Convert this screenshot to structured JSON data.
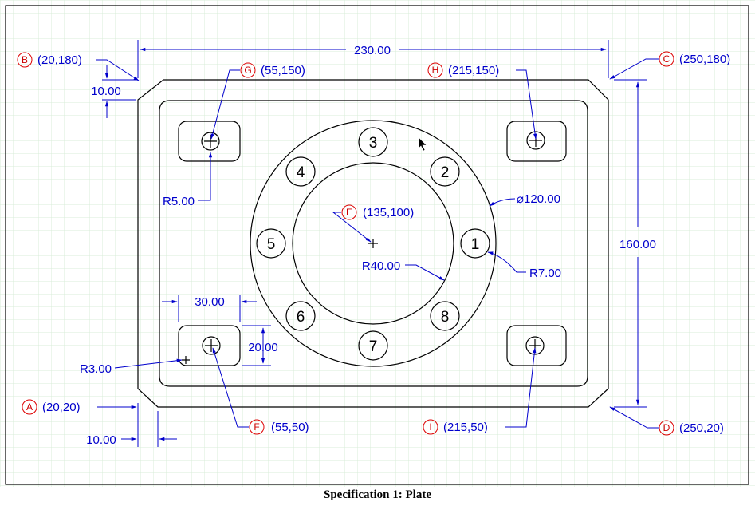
{
  "caption": "Specification 1: Plate",
  "dimensions": {
    "width": "230.00",
    "height": "160.00",
    "chamfer_top": "10.00",
    "chamfer_bottom": "10.00",
    "slot_width": "30.00",
    "slot_height": "20.00",
    "slot_radius": "R3.00",
    "hole_radius": "R5.00",
    "inner_radius": "R40.00",
    "outer_diameter": "⌀120.00",
    "small_hole_radius": "R7.00"
  },
  "points": [
    {
      "letter": "A",
      "coords": "(20,20)"
    },
    {
      "letter": "B",
      "coords": "(20,180)"
    },
    {
      "letter": "C",
      "coords": "(250,180)"
    },
    {
      "letter": "D",
      "coords": "(250,20)"
    },
    {
      "letter": "E",
      "coords": "(135,100)"
    },
    {
      "letter": "F",
      "coords": "(55,50)"
    },
    {
      "letter": "G",
      "coords": "(55,150)"
    },
    {
      "letter": "H",
      "coords": "(215,150)"
    },
    {
      "letter": "I",
      "coords": "(215,50)"
    }
  ],
  "hole_numbers": [
    "1",
    "2",
    "3",
    "4",
    "5",
    "6",
    "7",
    "8"
  ],
  "colors": {
    "dimension": "#0000cc",
    "label_circle": "#dd0000",
    "geometry": "#000000",
    "grid": "#d8ecd8"
  }
}
